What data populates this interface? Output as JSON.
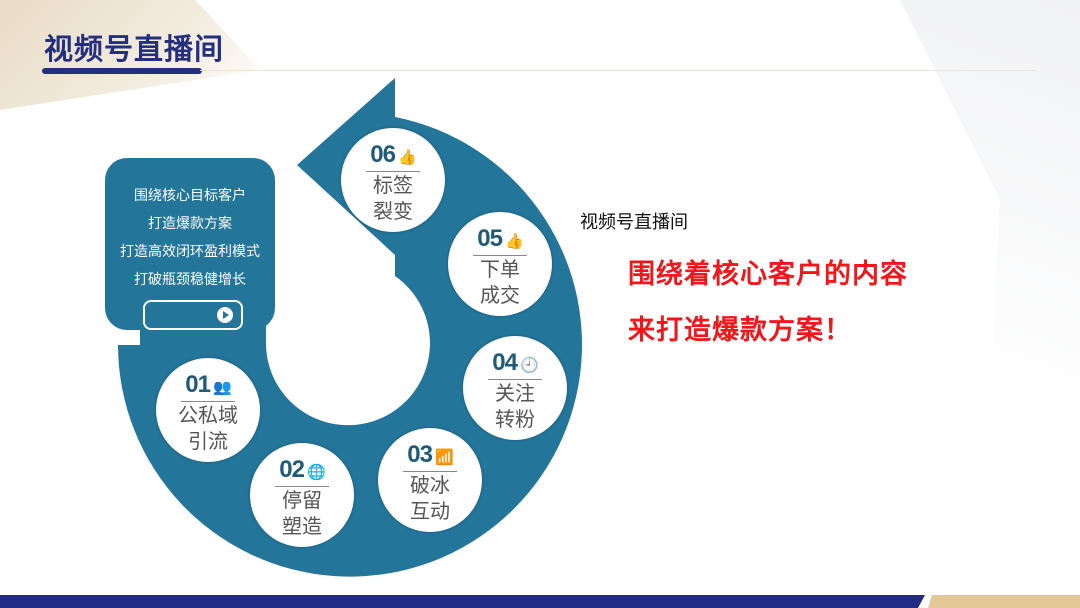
{
  "title": "视频号直播间",
  "box": {
    "lines": [
      "围绕核心目标客户",
      "打造爆款方案",
      "打造高效闭环盈利模式",
      "打破瓶颈稳健增长"
    ]
  },
  "steps": [
    {
      "num": "01",
      "icon": "people-icon",
      "glyph": "👥",
      "label1": "公私域",
      "label2": "引流"
    },
    {
      "num": "02",
      "icon": "globe-icon",
      "glyph": "🌐",
      "label1": "停留",
      "label2": "塑造"
    },
    {
      "num": "03",
      "icon": "bar-chart-icon",
      "glyph": "📶",
      "label1": "破冰",
      "label2": "互动"
    },
    {
      "num": "04",
      "icon": "clock-icon",
      "glyph": "🕘",
      "label1": "关注",
      "label2": "转粉"
    },
    {
      "num": "05",
      "icon": "thumbs-up-icon",
      "glyph": "👍",
      "label1": "下单",
      "label2": "成交"
    },
    {
      "num": "06",
      "icon": "thumbs-up-icon",
      "glyph": "👍",
      "label1": "标签",
      "label2": "裂变"
    }
  ],
  "right": {
    "subtitle": "视频号直播间",
    "highlight1": "围绕着核心客户的内容",
    "highlight2": "来打造爆款方案！"
  },
  "colors": {
    "navy": "#24307f",
    "teal": "#23759a",
    "red": "#f0161a",
    "tan": "#e3c796"
  }
}
